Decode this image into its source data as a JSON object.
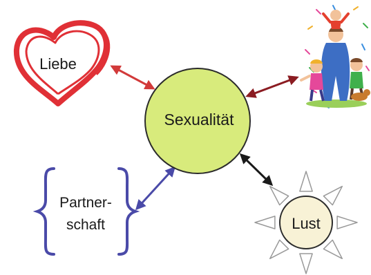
{
  "diagram": {
    "center": {
      "label": "Sexualität",
      "fill": "#d8eb7c",
      "stroke": "#2b2b2b"
    },
    "nodes": [
      {
        "id": "liebe",
        "label": "Liebe",
        "shape": "heart-icon",
        "color": "#e03036",
        "arrow_color": "#d23a3a"
      },
      {
        "id": "familie",
        "label": "",
        "shape": "family-clipart-icon",
        "arrow_color": "#8b1c22"
      },
      {
        "id": "partnerschaft",
        "label_line1": "Partner-",
        "label_line2": "schaft",
        "shape": "curly-braces-icon",
        "color": "#4a4aa8",
        "arrow_color": "#4a4aa8"
      },
      {
        "id": "lust",
        "label": "Lust",
        "shape": "sun-icon",
        "fill": "#f8f2d6",
        "arrow_color": "#1a1a1a"
      }
    ]
  }
}
